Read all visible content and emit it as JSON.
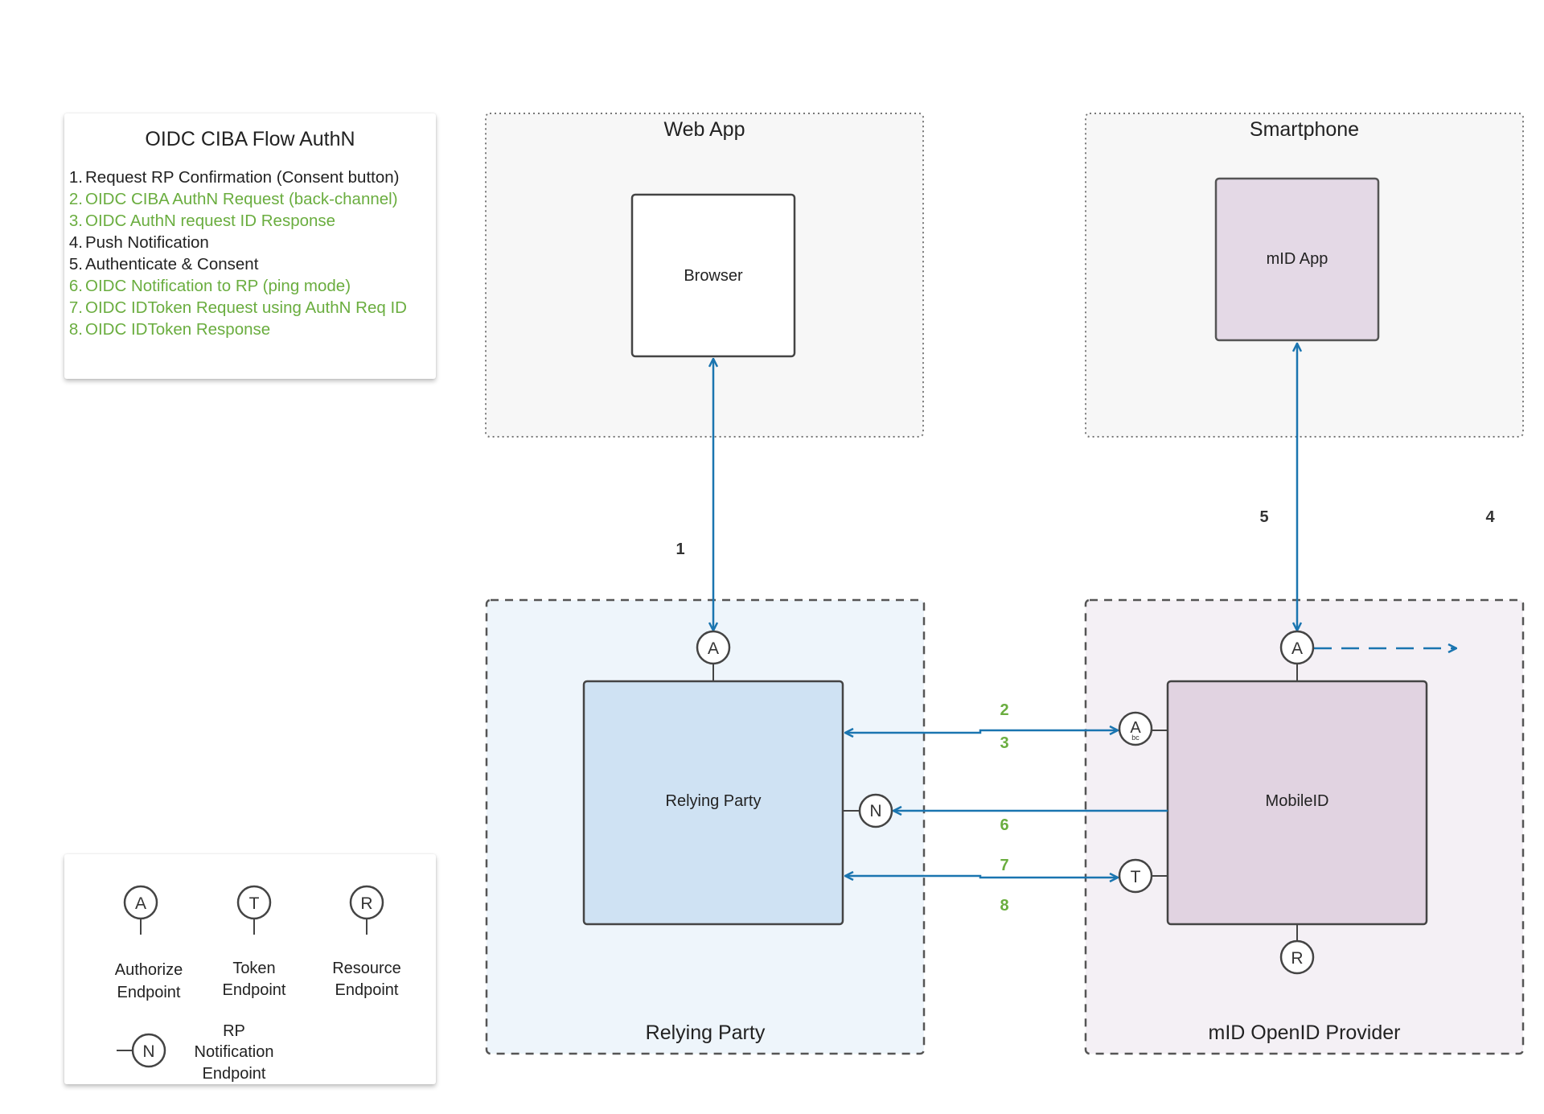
{
  "steps_legend": {
    "title": "OIDC CIBA Flow AuthN",
    "items": [
      {
        "num": "1.",
        "text": "Request RP Confirmation (Consent button)",
        "color": "#222222"
      },
      {
        "num": "2.",
        "text": "OIDC CIBA AuthN Request (back-channel)",
        "color": "#6aad3f"
      },
      {
        "num": "3.",
        "text": "OIDC AuthN request ID Response",
        "color": "#6aad3f"
      },
      {
        "num": "4.",
        "text": "Push Notification",
        "color": "#222222"
      },
      {
        "num": "5.",
        "text": "Authenticate & Consent",
        "color": "#222222"
      },
      {
        "num": "6.",
        "text": "OIDC Notification to RP (ping mode)",
        "color": "#6aad3f"
      },
      {
        "num": "7.",
        "text": "OIDC IDToken Request using AuthN Req ID",
        "color": "#6aad3f"
      },
      {
        "num": "8.",
        "text": "OIDC IDToken  Response",
        "color": "#6aad3f"
      }
    ]
  },
  "endpoint_legend": {
    "authorize": {
      "symbol": "A",
      "label_1": "Authorize",
      "label_2": "Endpoint"
    },
    "token": {
      "symbol": "T",
      "label_1": "Token",
      "label_2": "Endpoint"
    },
    "resource": {
      "symbol": "R",
      "label_1": "Resource",
      "label_2": "Endpoint"
    },
    "notification": {
      "symbol": "N",
      "label_1": "RP",
      "label_2": "Notification",
      "label_3": "Endpoint"
    }
  },
  "containers": {
    "web_app": "Web App",
    "smartphone": "Smartphone",
    "relying_party": "Relying Party",
    "openid_provider": "mID OpenID Provider"
  },
  "nodes": {
    "browser": "Browser",
    "mid_app": "mID App",
    "relying_party": "Relying Party",
    "mobileid": "MobileID"
  },
  "endpoints": {
    "rp_authorize": "A",
    "op_authorize": "A",
    "op_backchannel": "A",
    "op_backchannel_sub": "bc",
    "rp_notification": "N",
    "op_token": "T",
    "op_resource": "R"
  },
  "flow_labels": {
    "step1": "1",
    "step2": "2",
    "step3": "3",
    "step4": "4",
    "step5": "5",
    "step6": "6",
    "step7": "7",
    "step8": "8"
  },
  "colors": {
    "arrow": "#1a75b0",
    "green_step": "#6aad3f",
    "rp_fill": "#cfe2f3",
    "rp_container": "#eef5fb",
    "op_fill": "#e1d3e1",
    "op_container": "#f4f0f5",
    "outer_container": "#f7f7f7"
  }
}
